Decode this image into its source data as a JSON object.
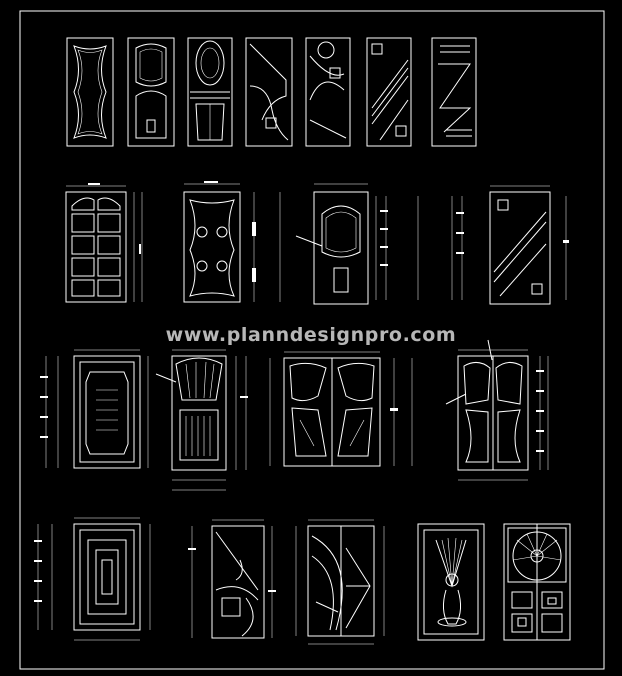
{
  "watermark": "www.planndesignpro.com",
  "colors": {
    "background": "#000000",
    "lines": "#ffffff"
  },
  "sheet": {
    "rows": [
      {
        "name": "row-1",
        "doors": [
          "door-1-1",
          "door-1-2",
          "door-1-3",
          "door-1-4",
          "door-1-5",
          "door-1-6",
          "door-1-7"
        ]
      },
      {
        "name": "row-2",
        "doors": [
          "door-2-1",
          "door-2-2",
          "door-2-3",
          "door-2-4"
        ]
      },
      {
        "name": "row-3",
        "doors": [
          "door-3-1",
          "door-3-2",
          "door-3-3",
          "door-3-4"
        ]
      },
      {
        "name": "row-4",
        "doors": [
          "door-4-1",
          "door-4-2",
          "door-4-3",
          "door-4-4",
          "door-4-5"
        ]
      }
    ]
  }
}
